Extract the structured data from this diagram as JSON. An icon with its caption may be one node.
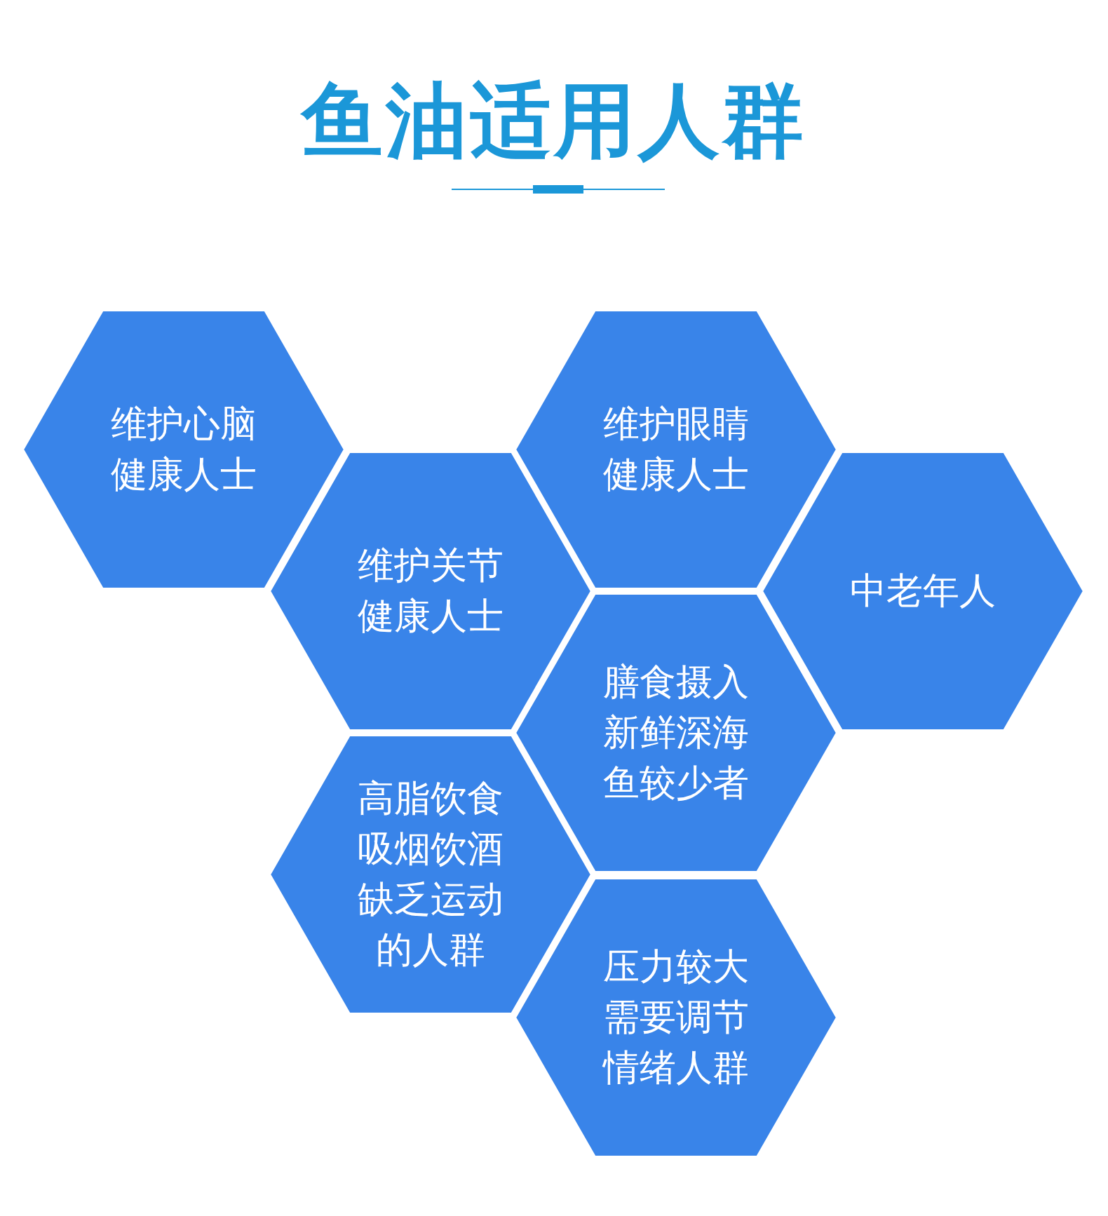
{
  "diagram": {
    "title": "鱼油适用人群",
    "nodes": [
      {
        "text": [
          "维护心脑健康人士"
        ]
      },
      {
        "text": [
          "维护眼睛健康人士"
        ]
      },
      {
        "text": [
          "维护关节健康人士"
        ]
      },
      {
        "text": [
          "中老年人"
        ]
      },
      {
        "text": [
          "膳食摄入新鲜深海鱼较少者"
        ]
      },
      {
        "text": [
          "高脂饮食吸烟饮酒缺乏运动的人群"
        ]
      },
      {
        "text": [
          "压力较大需要调节情绪人群"
        ]
      }
    ]
  }
}
